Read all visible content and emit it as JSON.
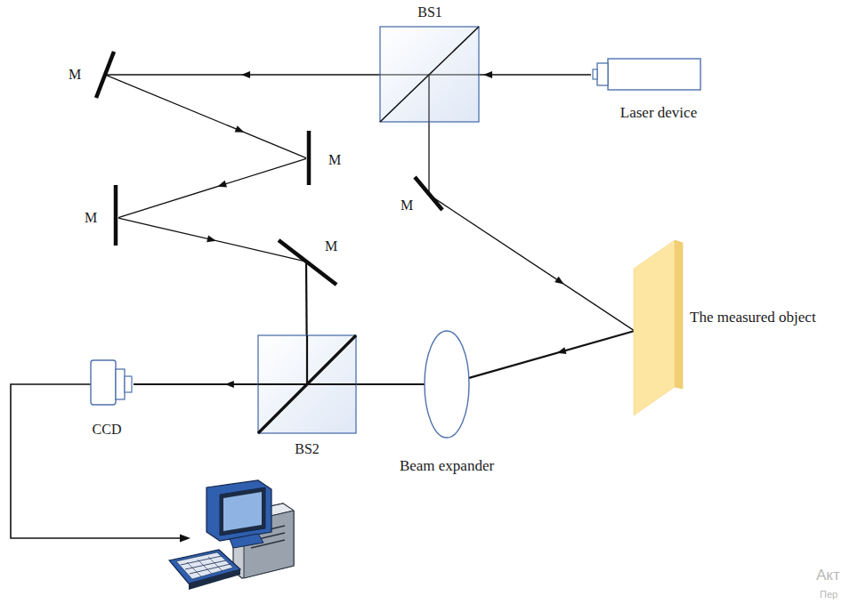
{
  "diagram": {
    "nodes": [
      {
        "text": [
          "BS1"
        ]
      },
      {
        "text": [
          "Laser device"
        ]
      },
      {
        "text": [
          "M"
        ]
      },
      {
        "text": [
          "M"
        ]
      },
      {
        "text": [
          "M"
        ]
      },
      {
        "text": [
          "M"
        ]
      },
      {
        "text": [
          "M"
        ]
      },
      {
        "text": [
          "The measured object"
        ]
      },
      {
        "text": [
          "BS2"
        ]
      },
      {
        "text": [
          "CCD"
        ]
      },
      {
        "text": [
          "Beam expander"
        ]
      }
    ],
    "edges": [
      {
        "from": 1,
        "to": 0,
        "arrow": "to"
      },
      {
        "from": 0,
        "to": 2,
        "arrow": "to"
      },
      {
        "from": 2,
        "to": 3,
        "arrow": "to"
      },
      {
        "from": 3,
        "to": 4,
        "arrow": "to"
      },
      {
        "from": 4,
        "to": 5,
        "arrow": "to"
      },
      {
        "from": 5,
        "to": 8,
        "arrow": "none"
      },
      {
        "from": 0,
        "to": 6,
        "arrow": "none"
      },
      {
        "from": 6,
        "to": 7,
        "arrow": "to"
      },
      {
        "from": 7,
        "to": 10,
        "arrow": "to"
      },
      {
        "from": 10,
        "to": 8,
        "arrow": "none"
      },
      {
        "from": 8,
        "to": 9,
        "arrow": "to"
      }
    ],
    "labels": [
      "Акт",
      "Пер"
    ]
  }
}
